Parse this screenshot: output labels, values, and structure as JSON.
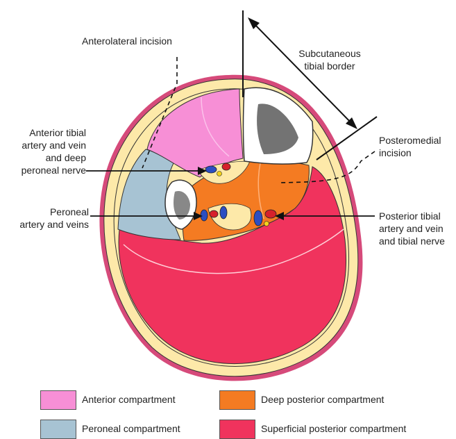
{
  "labels": {
    "anterolateral_incision": "Anterolateral incision",
    "subcutaneous_tibial_border": [
      "Subcutaneous",
      "tibial border"
    ],
    "anterior_tibial": [
      "Anterior tibial",
      "artery and vein",
      "and deep",
      "peroneal nerve"
    ],
    "posteromedial_incision": [
      "Posteromedial",
      "incision"
    ],
    "peroneal_artery": [
      "Peroneal",
      "artery and veins"
    ],
    "posterior_tibial": [
      "Posterior tibial",
      "artery and vein",
      "and tibial nerve"
    ]
  },
  "legend": [
    {
      "label": "Anterior compartment",
      "color": "#f78fd6"
    },
    {
      "label": "Deep posterior compartment",
      "color": "#f47b22"
    },
    {
      "label": "Peroneal compartment",
      "color": "#a7c3d3"
    },
    {
      "label": "Superficial posterior compartment",
      "color": "#f0335d"
    }
  ],
  "colors": {
    "skin": "#d64a7a",
    "subcutaneous_fat": "#fde9a9",
    "bone": "#ffffff",
    "artery": "#d6212b",
    "vein": "#2c4ec2",
    "nerve": "#f2d21c"
  }
}
